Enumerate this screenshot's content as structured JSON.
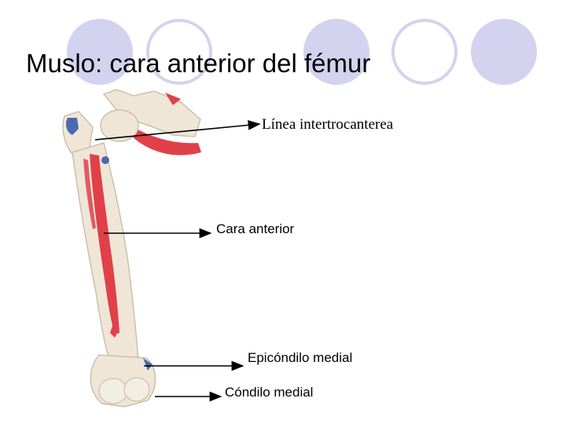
{
  "title": "Muslo: cara anterior del fémur",
  "labels": {
    "linea_intertrocanterea": "Línea intertrocanterea",
    "cara_anterior": "Cara anterior",
    "epicondilo_medial": "Epicóndilo medial",
    "condilo_medial": "Cóndilo medial"
  },
  "colors": {
    "circle_fill": "#d3d3ef",
    "circle_outline": "#d3d3ef",
    "bone": "#efe6d8",
    "muscle_attachment_red": "#e0404a",
    "muscle_attachment_blue": "#4a6ab0"
  },
  "icons": {
    "bone": "femur-illustration"
  }
}
